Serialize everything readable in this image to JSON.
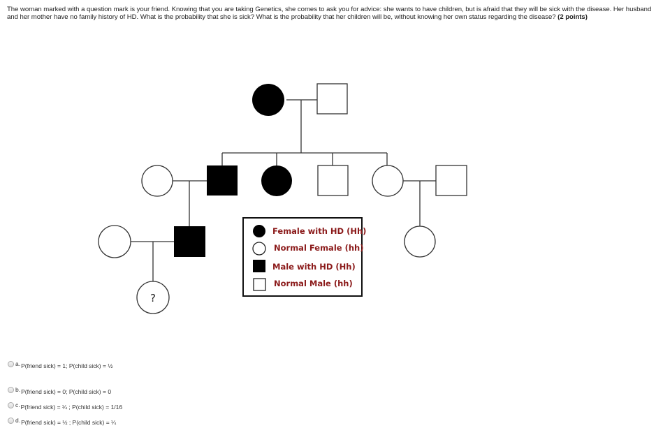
{
  "question": {
    "text": "The woman marked with a question mark is your friend. Knowing that you are taking Genetics, she comes to ask you for advice: she wants to have children, but is afraid that they will be sick with the disease. Her husband and her mother have no family history of HD. What is the probability that she is sick? What is the probability that her children will be, without knowing her own status regarding the disease?",
    "points": "(2 points)"
  },
  "pedigree": {
    "question_mark": "?",
    "legend": [
      {
        "symbol": "filled-circle",
        "label": "Female with HD (Hh)"
      },
      {
        "symbol": "open-circle",
        "label": "Normal Female (hh)"
      },
      {
        "symbol": "filled-square",
        "label": "Male with HD (Hh)"
      },
      {
        "symbol": "open-square",
        "label": "Normal Male (hh)"
      }
    ]
  },
  "options": [
    {
      "letter": "a.",
      "text": "P(friend sick) = 1; P(child sick) = ½"
    },
    {
      "letter": "b.",
      "text": "P(friend sick) = 0; P(child sick) = 0"
    },
    {
      "letter": "c.",
      "text": "P(friend sick) = ¼ ; P(child sick) = 1/16"
    },
    {
      "letter": "d.",
      "text": "P(friend sick) = ½ ; P(child sick) = ¼"
    }
  ],
  "colors": {
    "affected": "#000000",
    "legend_text": "#8b1a1a",
    "line": "#333333"
  }
}
